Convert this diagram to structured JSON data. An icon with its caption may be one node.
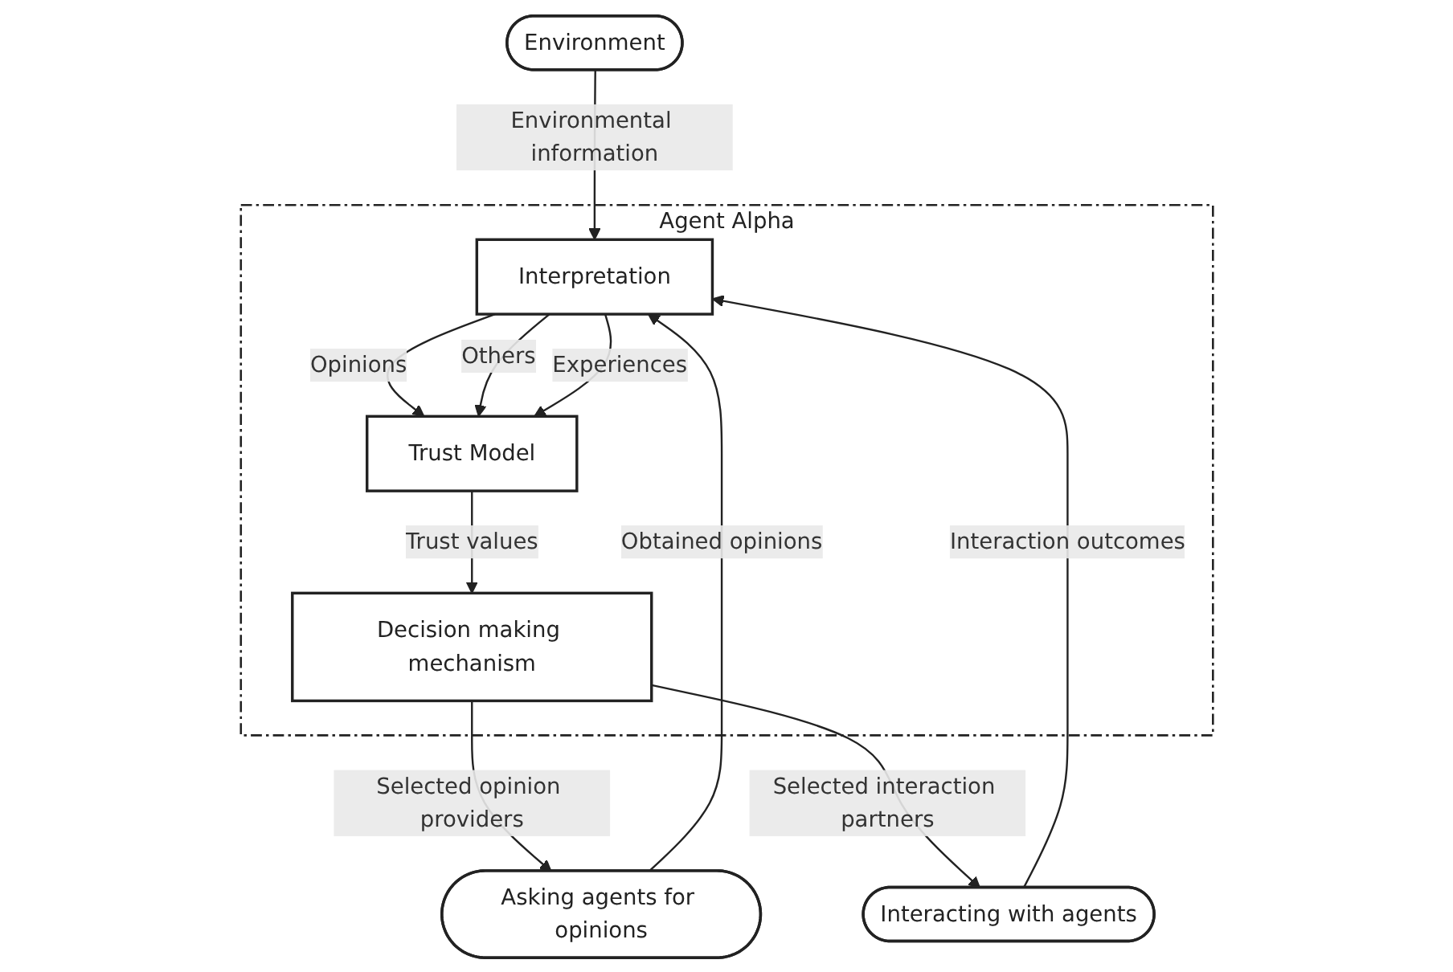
{
  "diagram": {
    "nodes": [
      {
        "text": [
          "Environment"
        ]
      },
      {
        "text": [
          "Agent Alpha"
        ]
      },
      {
        "text": [
          "Interpretation"
        ],
        "in": 1
      },
      {
        "text": [
          "Trust Model"
        ],
        "in": 1
      },
      {
        "text": [
          "Decision making mechanism"
        ],
        "in": 1
      },
      {
        "text": [
          "Asking agents for opinions"
        ]
      },
      {
        "text": [
          "Interacting with agents"
        ]
      }
    ],
    "edges": [
      {
        "from": 0,
        "to": 2,
        "arrow": "to",
        "label": "Environmental information"
      },
      {
        "from": 2,
        "to": 3,
        "arrow": "to",
        "label": "Opinions"
      },
      {
        "from": 2,
        "to": 3,
        "arrow": "to",
        "label": "Others"
      },
      {
        "from": 2,
        "to": 3,
        "arrow": "to",
        "label": "Experiences"
      },
      {
        "from": 3,
        "to": 4,
        "arrow": "to",
        "label": "Trust values"
      },
      {
        "from": 4,
        "to": 5,
        "arrow": "to",
        "label": "Selected opinion providers"
      },
      {
        "from": 5,
        "to": 2,
        "arrow": "to",
        "label": "Obtained opinions"
      },
      {
        "from": 4,
        "to": 6,
        "arrow": "to",
        "label": "Selected interaction partners"
      },
      {
        "from": 6,
        "to": 2,
        "arrow": "to",
        "label": "Interaction outcomes"
      }
    ]
  }
}
